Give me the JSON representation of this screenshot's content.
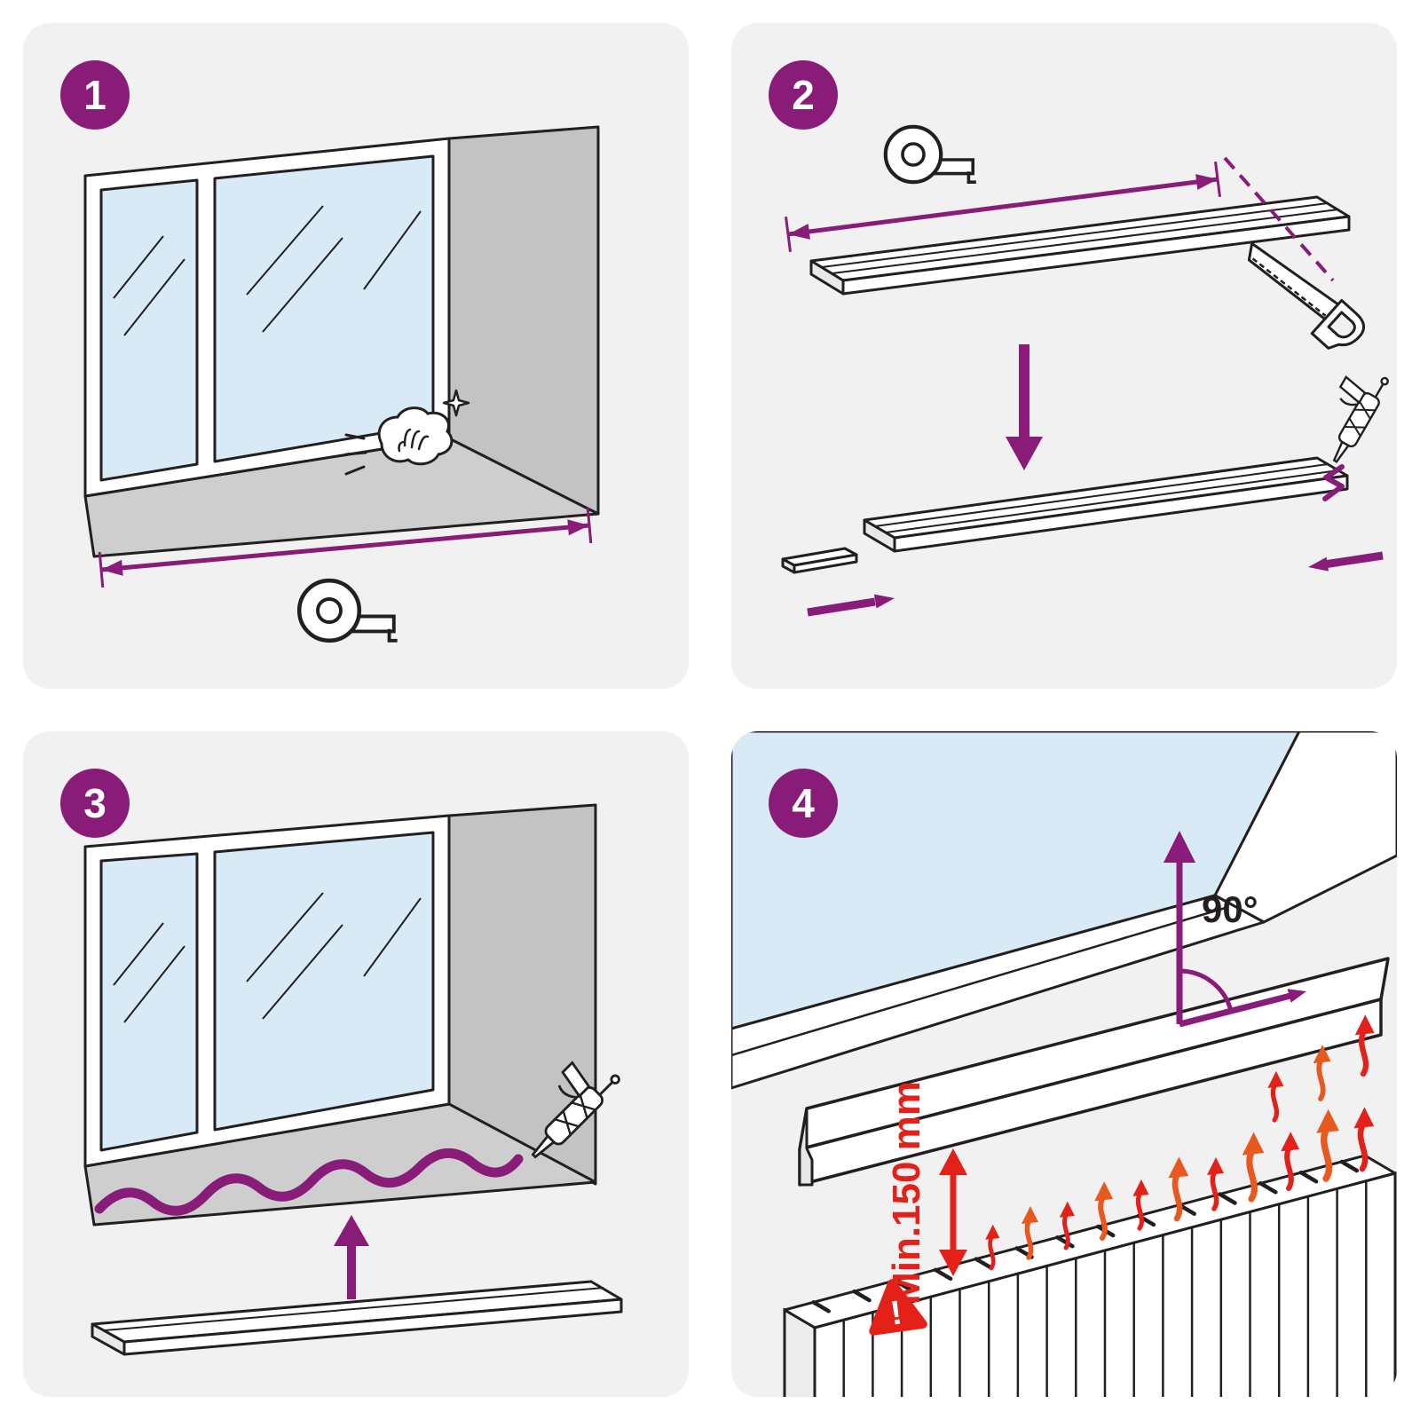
{
  "colors": {
    "accent_purple": "#8a1c79",
    "outline": "#231f20",
    "glass_blue": "#d8eaf6",
    "wall_gray": "#c3c3c3",
    "sill_gray": "#cecece",
    "panel_bg": "#f1f1f2",
    "page_bg": "#ffffff",
    "alert_red": "#e32119",
    "heat_orange": "#e8581f"
  },
  "steps": [
    {
      "number": "1",
      "icons": [
        "measuring-tape-icon",
        "cleaning-cloth-icon",
        "sparkle-icon",
        "dimension-arrow"
      ]
    },
    {
      "number": "2",
      "icons": [
        "measuring-tape-icon",
        "saw-icon",
        "caulk-gun-icon",
        "down-arrow",
        "end-cap-arrows",
        "cut-line"
      ]
    },
    {
      "number": "3",
      "icons": [
        "caulk-gun-icon",
        "adhesive-bead",
        "up-arrow"
      ]
    },
    {
      "number": "4",
      "icons": [
        "angle-arrows",
        "warning-icon",
        "heat-arrows",
        "min-distance-arrow"
      ],
      "labels": {
        "angle": "90°",
        "min_distance": "Min.150 mm",
        "warning_mark": "!"
      }
    }
  ]
}
